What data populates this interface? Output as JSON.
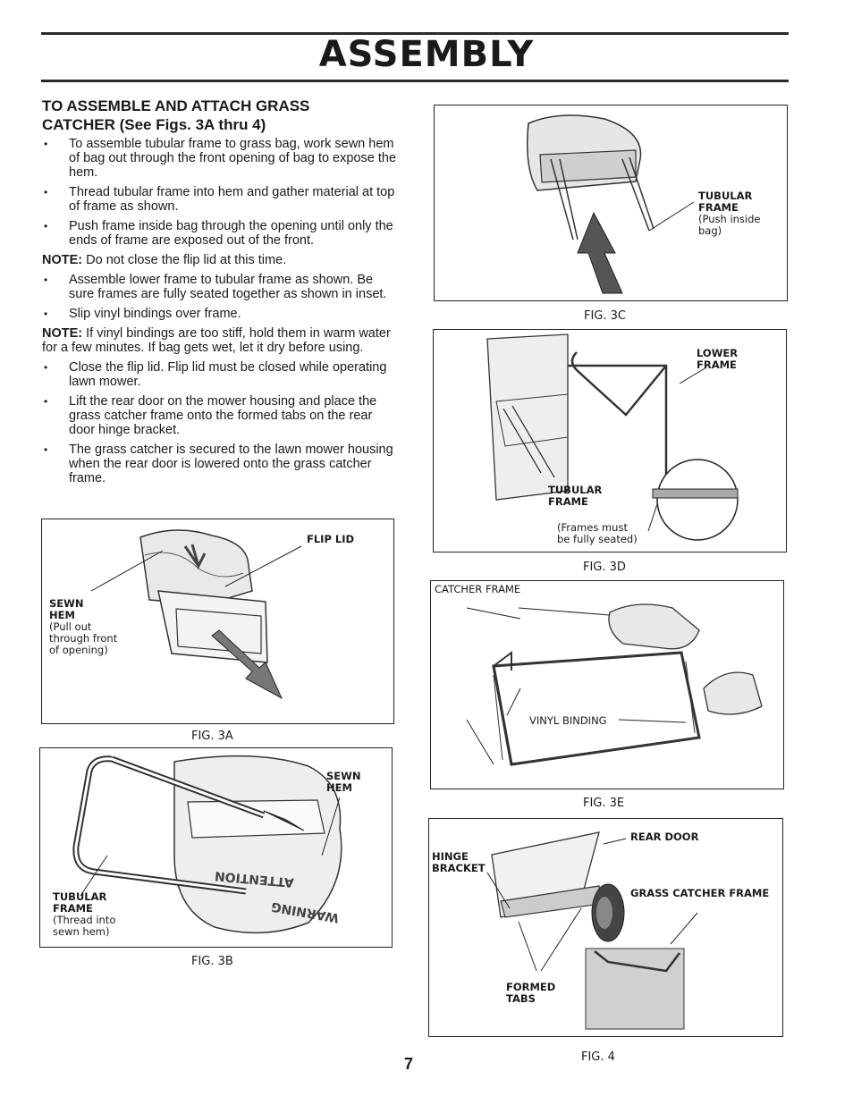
{
  "page": {
    "title": "ASSEMBLY",
    "heading_line1": "TO ASSEMBLE AND ATTACH GRASS",
    "heading_line2": "CATCHER (See Figs. 3A thru 4)",
    "page_number": "7"
  },
  "steps": [
    "To assemble tubular frame to grass bag, work sewn hem of bag out through the front opening of bag to expose the hem.",
    "Thread tubular frame into hem and gather material at top of frame as shown.",
    "Push frame inside bag through the opening until only the ends of frame are exposed out of the front."
  ],
  "note1": {
    "label": "NOTE:",
    "text": "Do not close the flip lid at this time."
  },
  "steps2": [
    "Assemble lower frame to tubular frame as shown. Be sure frames are fully seated together as shown in inset.",
    "Slip vinyl bindings over frame."
  ],
  "note2": {
    "label": "NOTE:",
    "text": "If vinyl bindings are too stiff, hold them in warm water for a few minutes. If bag gets wet, let it dry before using."
  },
  "steps3": [
    "Close the flip lid. Flip lid must be closed while operating lawn mower.",
    "Lift the rear door on the mower housing and place the grass catcher frame onto the formed tabs on the rear door hinge bracket.",
    "The grass catcher is secured to the lawn mower housing when the rear door is lowered onto the grass catcher frame."
  ],
  "figures": {
    "fig3a": {
      "caption": "FIG. 3A",
      "flip_lid": "FLIP LID",
      "sewn_hem": [
        "SEWN",
        "HEM"
      ],
      "sewn_hem_note": [
        "(Pull out",
        "through front",
        "of opening)"
      ]
    },
    "fig3b": {
      "caption": "FIG. 3B",
      "sewn_hem": [
        "SEWN",
        "HEM"
      ],
      "tubular_frame": [
        "TUBULAR",
        "FRAME"
      ],
      "tubular_frame_note": [
        "(Thread into",
        "sewn hem)"
      ],
      "bag_text_1": "ATTENTION",
      "bag_text_2": "WARNING"
    },
    "fig3c": {
      "caption": "FIG. 3C",
      "tubular_frame": [
        "TUBULAR",
        "FRAME"
      ],
      "note": [
        "(Push inside",
        "bag)"
      ]
    },
    "fig3d": {
      "caption": "FIG. 3D",
      "lower_frame": [
        "LOWER",
        "FRAME"
      ],
      "tubular_frame": [
        "TUBULAR",
        "FRAME"
      ],
      "note": [
        "(Frames must",
        "be fully seated)"
      ]
    },
    "fig3e": {
      "caption": "FIG. 3E",
      "catcher_frame": "CATCHER FRAME",
      "vinyl_binding": "VINYL BINDING"
    },
    "fig4": {
      "caption": "FIG. 4",
      "rear_door": "REAR DOOR",
      "hinge_bracket": [
        "HINGE",
        "BRACKET"
      ],
      "grass_catcher_frame": "GRASS CATCHER FRAME",
      "formed_tabs": [
        "FORMED",
        "TABS"
      ]
    }
  }
}
